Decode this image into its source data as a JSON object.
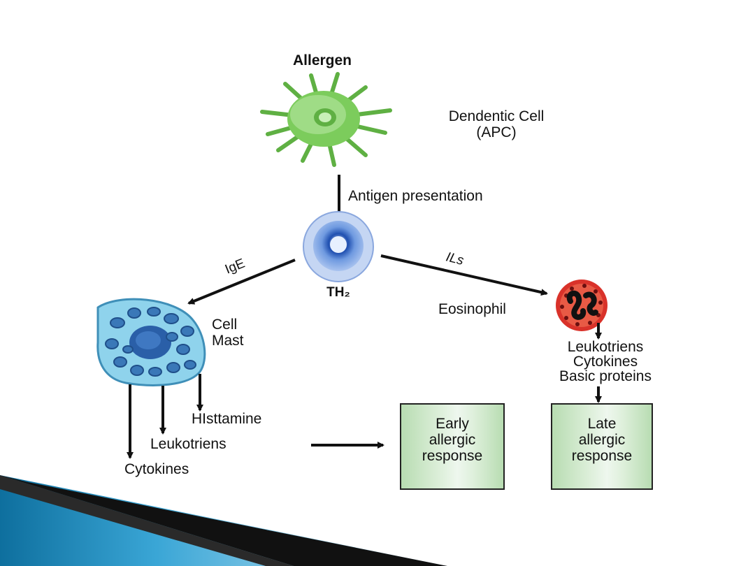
{
  "diagram": {
    "title": "Allergen",
    "dendritic_label_line1": "Dendentic Cell",
    "dendritic_label_line2": "(APC)",
    "antigen_presentation": "Antigen presentation",
    "th2_label": "TH₂",
    "ige_label": "IgE",
    "ils_label": "ILs",
    "eosinophil_label": "Eosinophil",
    "mast_label_line1": "Cell",
    "mast_label_line2": "Mast",
    "eos_products": [
      "Leukotriens",
      "Cytokines",
      "Basic proteins"
    ],
    "mast_products": {
      "histamine": "HIsttamine",
      "leukotriens": "Leukotriens",
      "cytokines": "Cytokines"
    },
    "early_box": [
      "Early",
      "allergic",
      "response"
    ],
    "late_box": [
      "Late",
      "allergic",
      "response"
    ]
  },
  "colors": {
    "dendritic": "#6fc04f",
    "th2": "#2f5fbf",
    "mast": "#7fcbe8",
    "eosinophil": "#e0362c",
    "response_box": "#c9e6c3",
    "slide_accent": "#1c8fc2"
  }
}
